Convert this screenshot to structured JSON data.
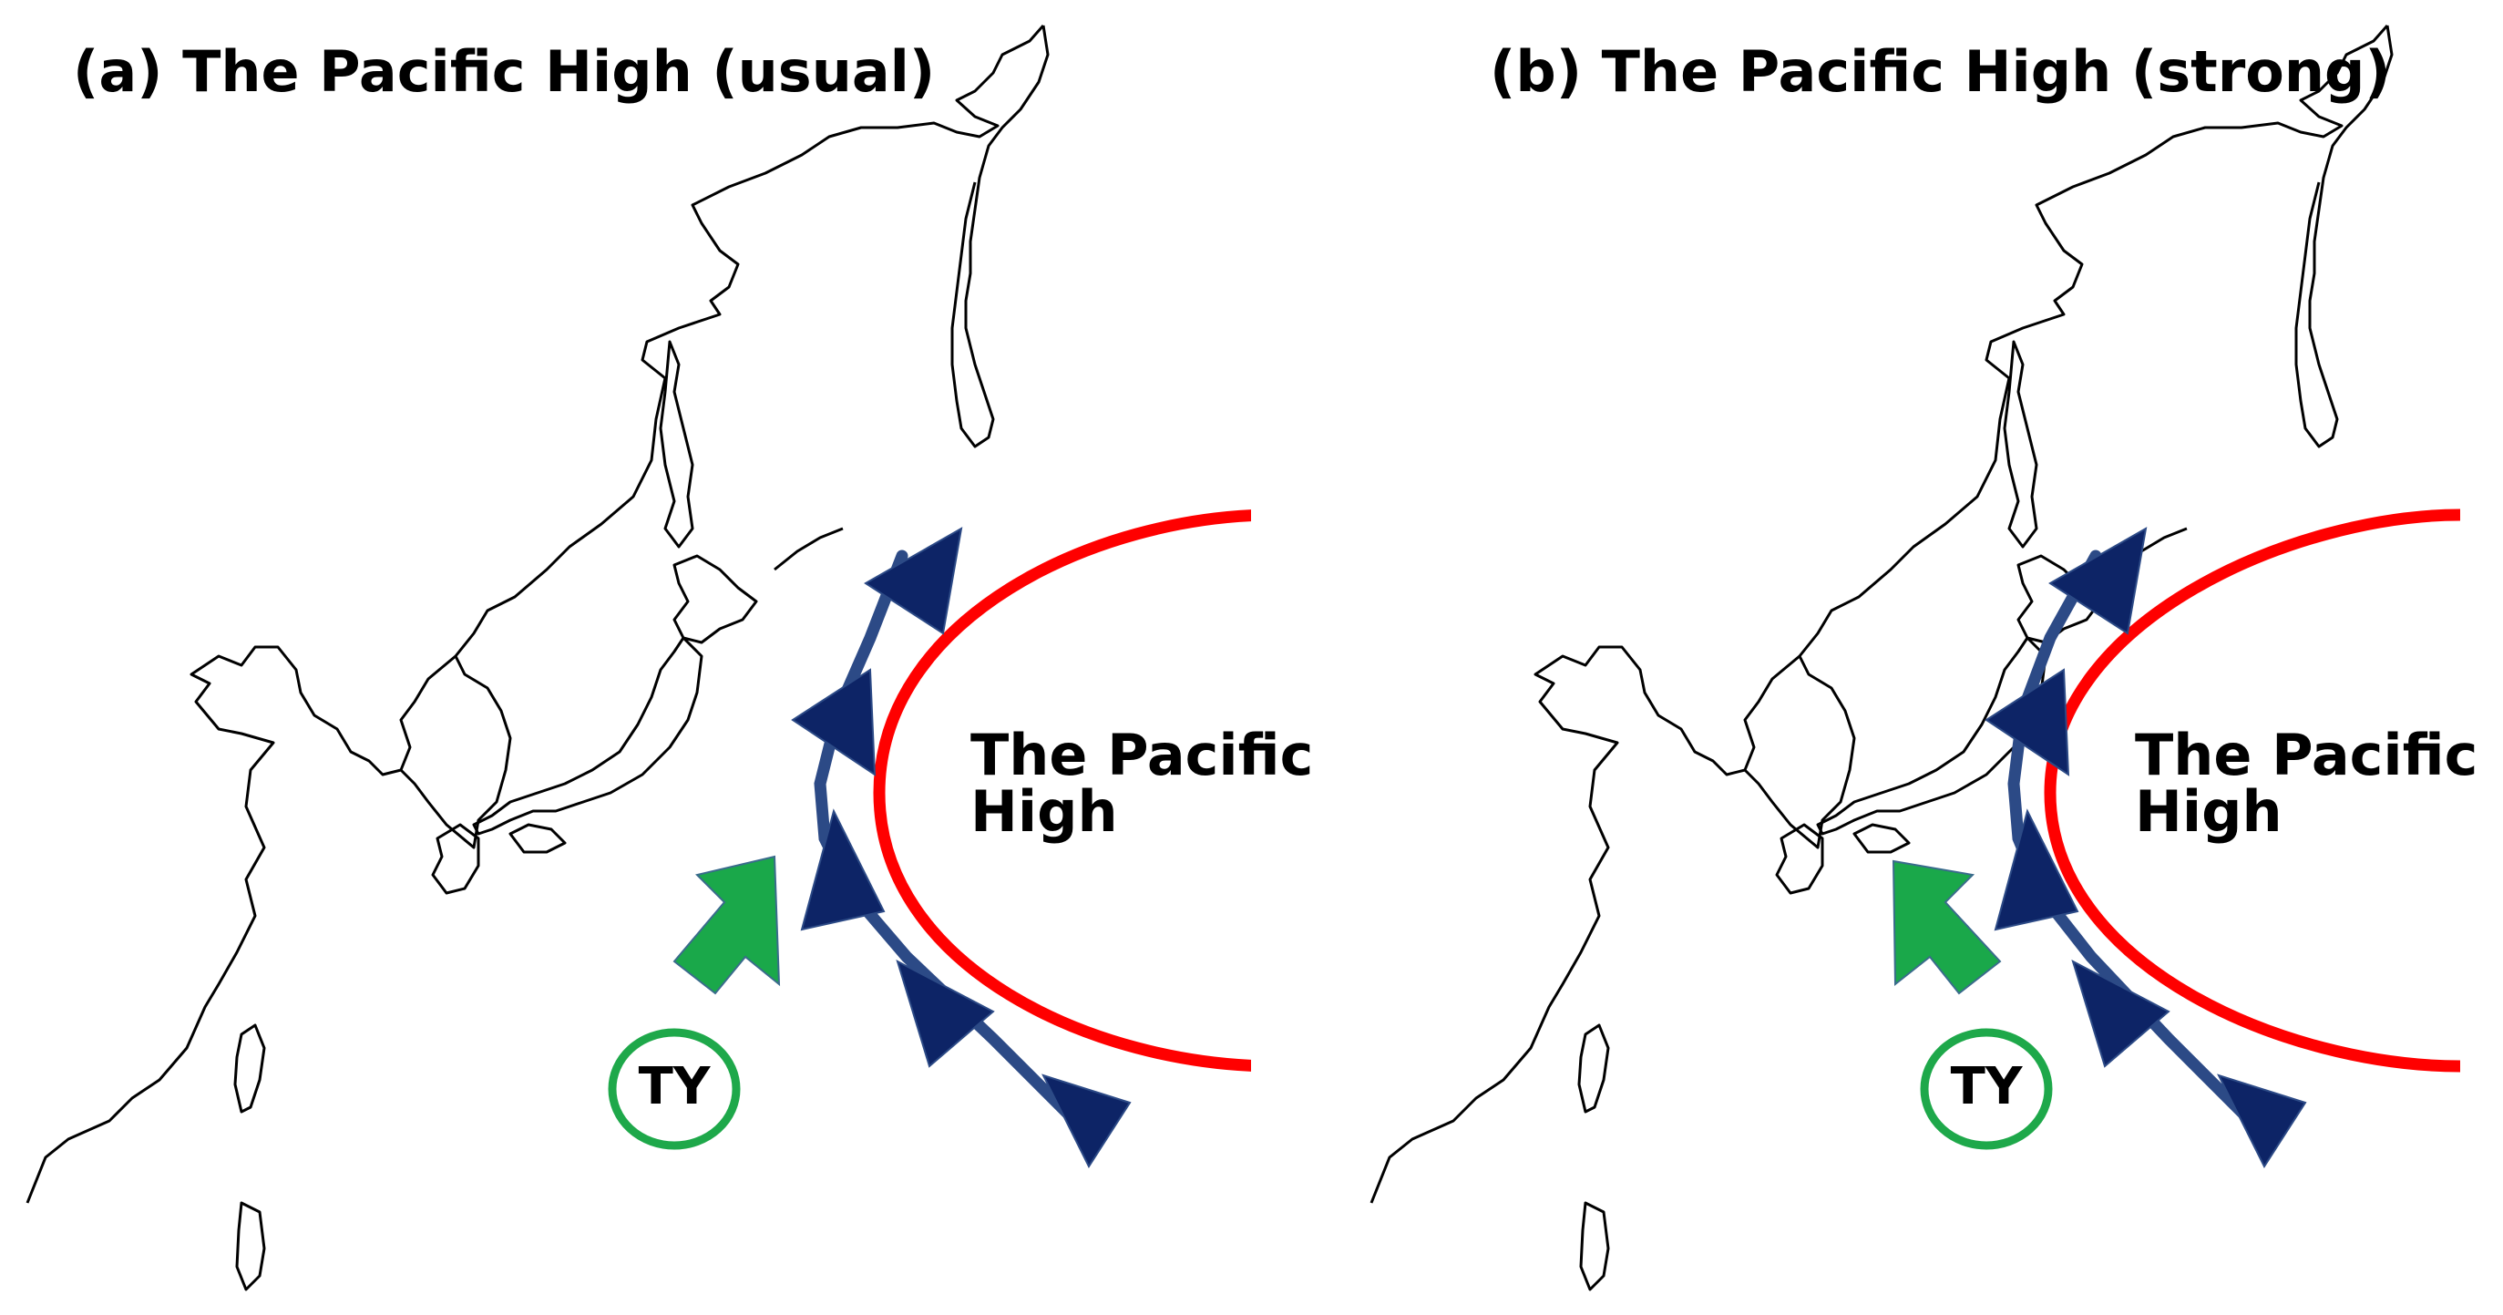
{
  "panels": [
    {
      "title": "(a) The Pacific High (usual)",
      "high_label_line1": "The Pacific",
      "high_label_line2": "High",
      "typhoon_label": "TY"
    },
    {
      "title": "(b) The Pacific High (strong)",
      "high_label_line1": "The Pacific",
      "high_label_line2": "High",
      "typhoon_label": "TY"
    }
  ],
  "colors": {
    "high_pressure_edge": "#ff0000",
    "typhoon_track": "#2c4a86",
    "typhoon_arrowheads": "#0d2466",
    "typhoon_circle": "#1ea84a",
    "typhoon_arrow": "#1aa84a",
    "coastline": "#000000"
  }
}
